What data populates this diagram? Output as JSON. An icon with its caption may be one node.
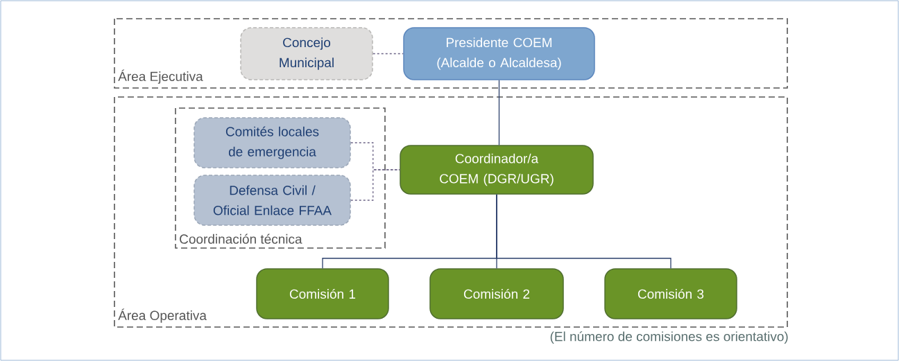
{
  "diagram": {
    "nodes": [
      {
        "text": [
          "Área Ejecutiva"
        ]
      },
      {
        "text": [
          "Concejo Municipal"
        ],
        "in": 0
      },
      {
        "text": [
          "Presidente COEM (Alcalde o Alcaldesa)"
        ],
        "in": 0
      },
      {
        "text": [
          "Área Operativa"
        ]
      },
      {
        "text": [
          "Coordinación técnica"
        ],
        "in": 3
      },
      {
        "text": [
          "Comités locales de emergencia"
        ],
        "in": 4
      },
      {
        "text": [
          "Defensa Civil / Oficial Enlace FFAA"
        ],
        "in": 4
      },
      {
        "text": [
          "Coordinador/a COEM (DGR/UGR)"
        ],
        "in": 3
      },
      {
        "text": [
          "Comisión 1"
        ],
        "in": 3
      },
      {
        "text": [
          "Comisión 2"
        ],
        "in": 3
      },
      {
        "text": [
          "Comisión 3"
        ],
        "in": 3
      }
    ],
    "edges": [
      {
        "from": 1,
        "to": 2,
        "arrow": "none",
        "style": "dashed"
      },
      {
        "from": 2,
        "to": 7,
        "arrow": "none"
      },
      {
        "from": 5,
        "to": 7,
        "arrow": "none",
        "style": "dashed"
      },
      {
        "from": 6,
        "to": 7,
        "arrow": "none",
        "style": "dashed"
      },
      {
        "from": 7,
        "to": 8,
        "arrow": "none"
      },
      {
        "from": 7,
        "to": 9,
        "arrow": "none"
      },
      {
        "from": 7,
        "to": 10,
        "arrow": "none"
      }
    ],
    "labels": [
      "(El número de comisiones es orientativo)"
    ]
  }
}
